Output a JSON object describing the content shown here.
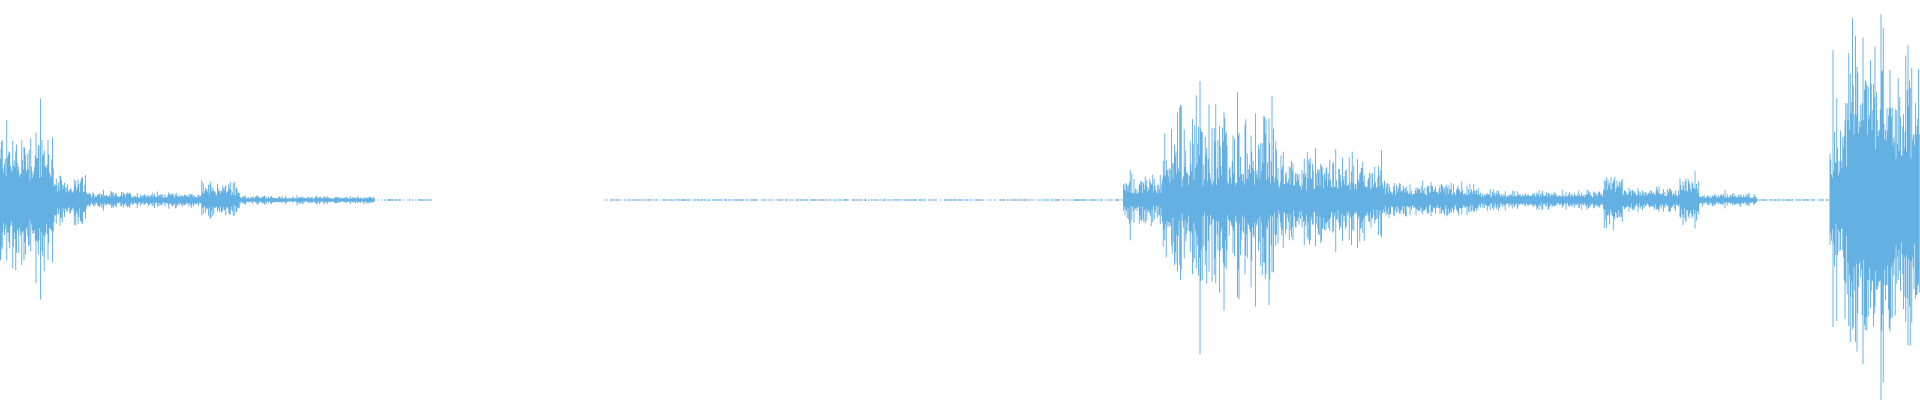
{
  "waveform": {
    "color": "#5DADE2",
    "background": "#ffffff",
    "duration_fraction_segments": [
      {
        "from": 0.0,
        "to": 0.028,
        "level": 0.38,
        "noise": 0.55
      },
      {
        "from": 0.028,
        "to": 0.045,
        "level": 0.12,
        "noise": 0.5
      },
      {
        "from": 0.045,
        "to": 0.105,
        "level": 0.04,
        "noise": 0.5
      },
      {
        "from": 0.105,
        "to": 0.125,
        "level": 0.09,
        "noise": 0.5
      },
      {
        "from": 0.125,
        "to": 0.195,
        "level": 0.02,
        "noise": 0.5
      },
      {
        "from": 0.195,
        "to": 0.225,
        "level": 0.004,
        "noise": 0.5
      },
      {
        "from": 0.225,
        "to": 0.315,
        "level": 0.0,
        "noise": 0.0
      },
      {
        "from": 0.315,
        "to": 0.585,
        "level": 0.004,
        "noise": 0.6
      },
      {
        "from": 0.585,
        "to": 0.605,
        "level": 0.12,
        "noise": 0.6
      },
      {
        "from": 0.605,
        "to": 0.665,
        "level": 0.42,
        "noise": 0.7
      },
      {
        "from": 0.665,
        "to": 0.72,
        "level": 0.22,
        "noise": 0.6
      },
      {
        "from": 0.72,
        "to": 0.77,
        "level": 0.09,
        "noise": 0.5
      },
      {
        "from": 0.77,
        "to": 0.835,
        "level": 0.05,
        "noise": 0.5
      },
      {
        "from": 0.835,
        "to": 0.845,
        "level": 0.14,
        "noise": 0.5
      },
      {
        "from": 0.845,
        "to": 0.875,
        "level": 0.06,
        "noise": 0.5
      },
      {
        "from": 0.875,
        "to": 0.885,
        "level": 0.13,
        "noise": 0.5
      },
      {
        "from": 0.885,
        "to": 0.915,
        "level": 0.03,
        "noise": 0.5
      },
      {
        "from": 0.915,
        "to": 0.953,
        "level": 0.004,
        "noise": 0.5
      },
      {
        "from": 0.953,
        "to": 0.962,
        "level": 0.55,
        "noise": 0.6
      },
      {
        "from": 0.962,
        "to": 0.985,
        "level": 0.85,
        "noise": 0.4
      },
      {
        "from": 0.985,
        "to": 1.0,
        "level": 0.65,
        "noise": 0.5
      }
    ]
  }
}
